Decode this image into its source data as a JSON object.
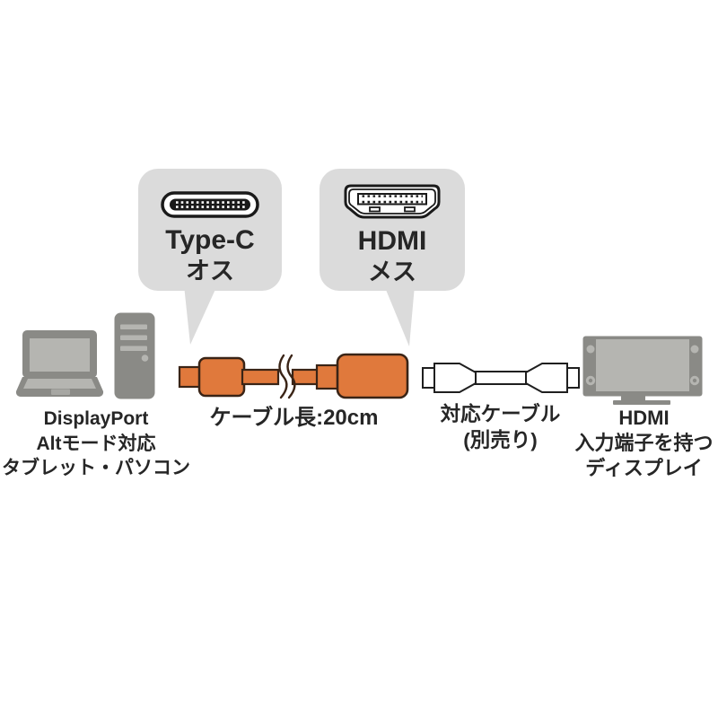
{
  "callouts": [
    {
      "connector": "Type-C",
      "gender": "オス",
      "icon": "usb-type-c-port-icon"
    },
    {
      "connector": "HDMI",
      "gender": "メス",
      "icon": "hdmi-port-icon"
    }
  ],
  "adapter": {
    "cable_length_label": "ケーブル長:20cm",
    "icon": "usb-c-to-hdmi-adapter-icon"
  },
  "source_device": {
    "lines": [
      "DisplayPort",
      "Altモード対応",
      "タブレット・パソコン"
    ],
    "icons": [
      "laptop-icon",
      "desktop-tower-icon"
    ]
  },
  "optional_cable": {
    "lines": [
      "対応ケーブル",
      "(別売り)"
    ],
    "icon": "hdmi-cable-icon"
  },
  "display_device": {
    "lines": [
      "HDMI",
      "入力端子を持つ",
      "ディスプレイ"
    ],
    "icon": "monitor-icon"
  },
  "colors": {
    "bubble_gray": "#DBDBDB",
    "icon_gray": "#8A8A86",
    "icon_gray_light": "#B5B5B1",
    "adapter_orange": "#E0793C",
    "outline_dark": "#3A2416",
    "connector_outline": "#1A1A1A",
    "text": "#262626"
  }
}
